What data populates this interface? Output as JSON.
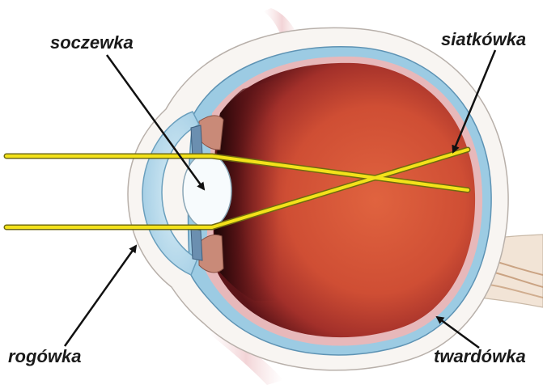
{
  "labels": {
    "lens": "soczewka",
    "retina": "siatkówka",
    "cornea": "rogówka",
    "sclera": "twardówka"
  },
  "colors": {
    "ray": "#f3e21a",
    "ray_edge": "#6f6a10",
    "eyeball": "#d9533a",
    "sclera_blue": "#8cc3df",
    "pink_rim": "#e8b5b8"
  }
}
